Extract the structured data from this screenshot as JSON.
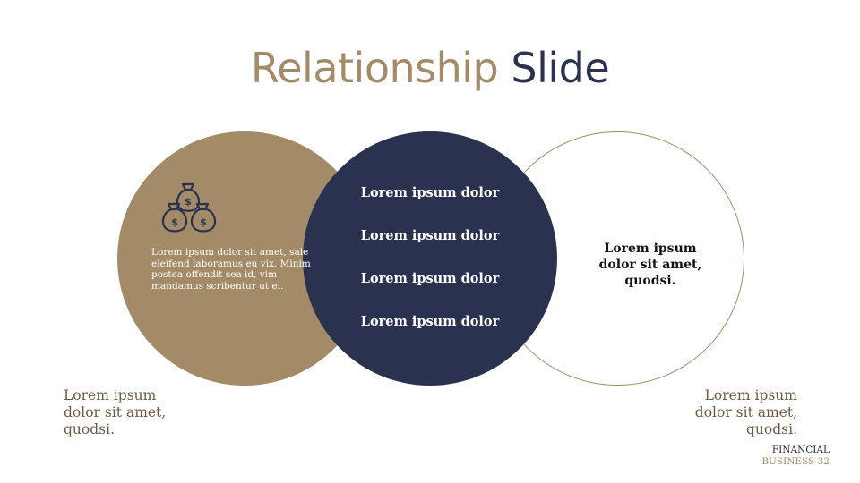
{
  "slide": {
    "title_part1": "Relationship",
    "title_part2": "Slide"
  },
  "left_circle": {
    "icon": "money-bags-icon",
    "text": "Lorem ipsum dolor sit amet, sale eleifend laboramus eu vix. Minim postea offendit sea id, vim mandamus scribentur ut ei."
  },
  "middle_circle": {
    "items": [
      "Lorem ipsum dolor",
      "Lorem ipsum dolor",
      "Lorem ipsum dolor",
      "Lorem ipsum dolor"
    ]
  },
  "right_circle": {
    "text": "Lorem ipsum dolor sit amet, quodsi."
  },
  "bottom_left_text": "Lorem ipsum dolor sit amet, quodsi.",
  "bottom_right_text": "Lorem ipsum dolor sit amet, quodsi.",
  "footer": {
    "line1": "FINANCIAL",
    "line2": "BUSINESS 32"
  },
  "colors": {
    "gold": "#a48b68",
    "navy": "#2a3250",
    "white": "#ffffff"
  }
}
